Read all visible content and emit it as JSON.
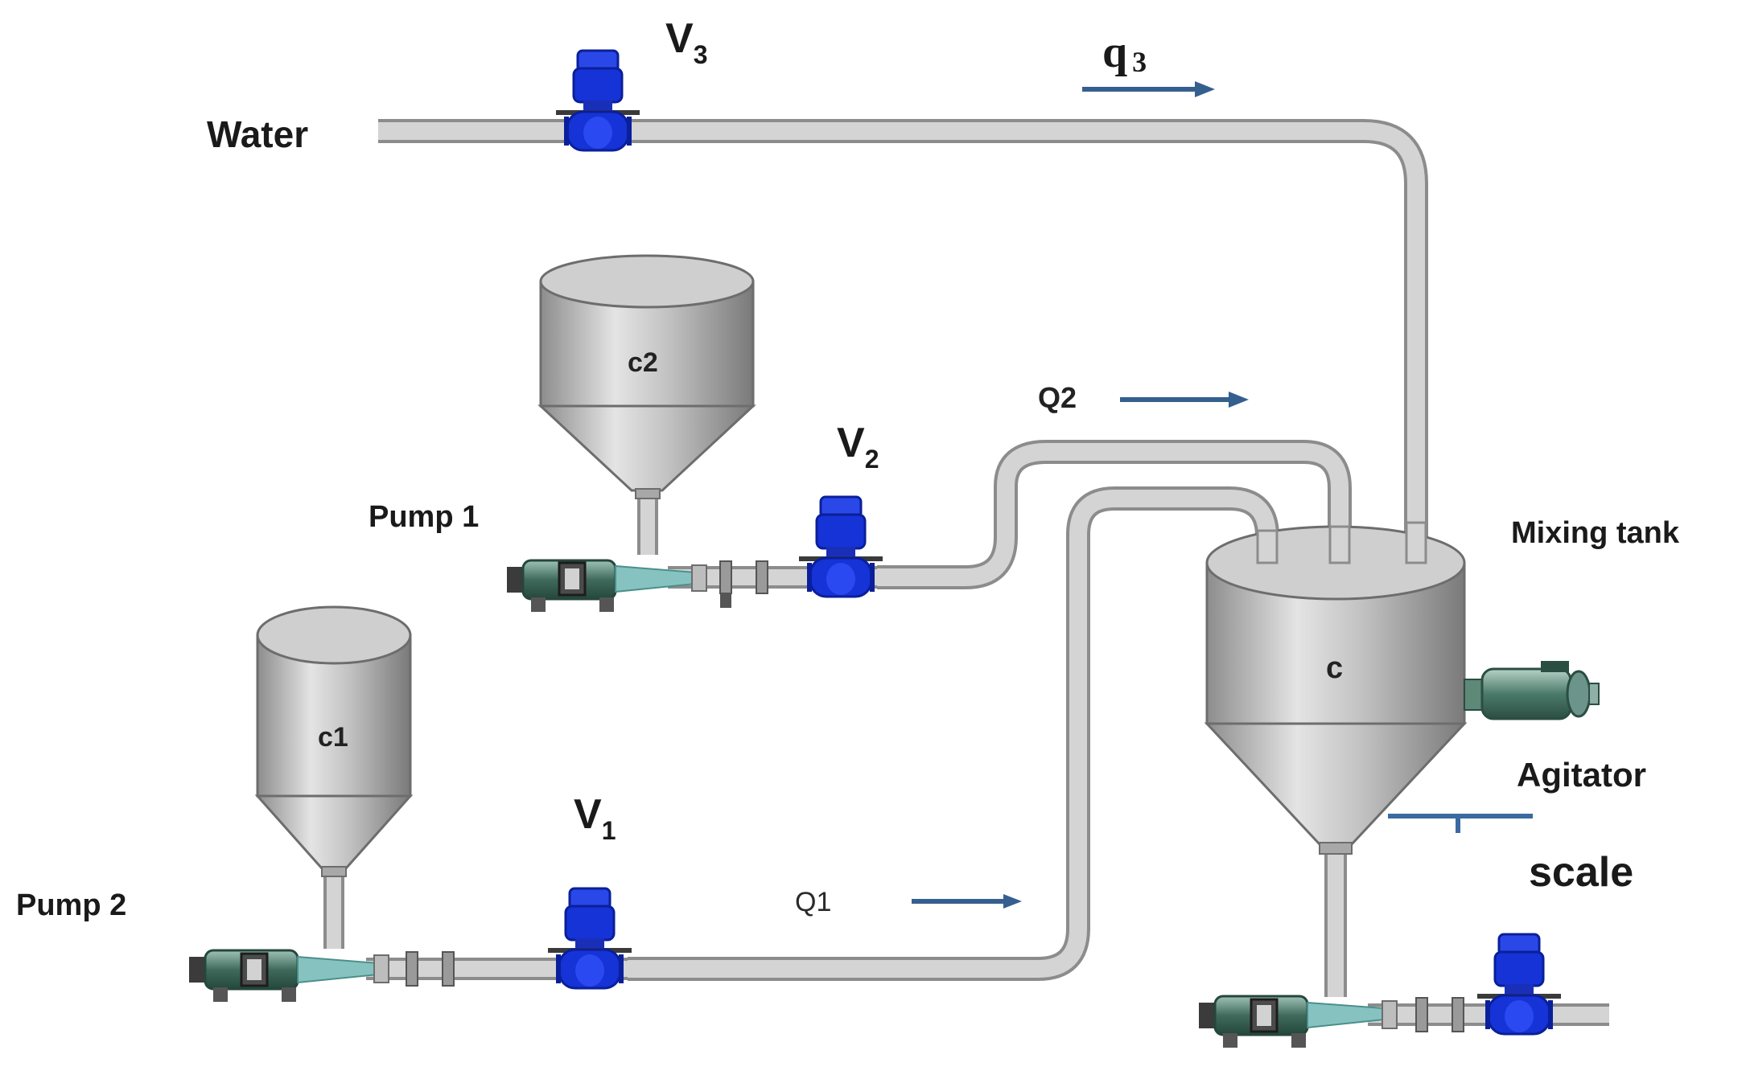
{
  "labels": {
    "water": "Water",
    "v3_main": "V",
    "v3_sub": "3",
    "q3_main": "q",
    "q3_sub": "3",
    "tank_c2": "c2",
    "q2": "Q2",
    "v2_main": "V",
    "v2_sub": "2",
    "pump1": "Pump 1",
    "mixing_tank": "Mixing tank",
    "tank_c1": "c1",
    "tank_c": "c",
    "agitator": "Agitator",
    "v1_main": "V",
    "v1_sub": "1",
    "scale": "scale",
    "q1": "Q1",
    "pump2": "Pump 2"
  },
  "colors": {
    "pipe": "#c9c9c9",
    "pipe_edge": "#8c8c8c",
    "tank": "#b3b3b3",
    "valve": "#1533d6",
    "arrow": "#355f8f",
    "pump": "#4f7a6c"
  }
}
